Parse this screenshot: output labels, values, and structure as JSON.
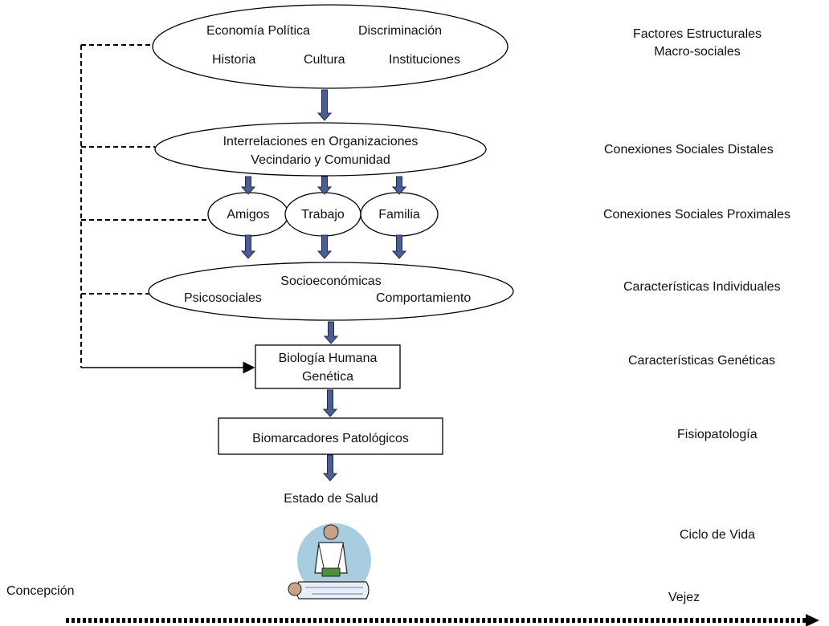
{
  "top_ellipse": {
    "economia_politica": "Economía Política",
    "discriminacion": "Discriminación",
    "historia": "Historia",
    "cultura": "Cultura",
    "instituciones": "Instituciones"
  },
  "interrelaciones": {
    "line1": "Interrelaciones en Organizaciones",
    "line2": "Vecindario y Comunidad"
  },
  "proximal": {
    "amigos": "Amigos",
    "trabajo": "Trabajo",
    "familia": "Familia"
  },
  "individual": {
    "socioeconomicas": "Socioeconómicas",
    "psicosociales": "Psicosociales",
    "comportamiento": "Comportamiento"
  },
  "biologia": {
    "line1": "Biología Humana",
    "line2": "Genética"
  },
  "biomarcadores": "Biomarcadores  Patológicos",
  "estado_salud": "Estado de Salud",
  "right_labels": {
    "factores_line1": "Factores Estructurales",
    "factores_line2": "Macro-sociales",
    "distales": "Conexiones Sociales  Distales",
    "proximales": "Conexiones Sociales Proximales",
    "individuales": "Características Individuales",
    "geneticas": "Características Genéticas",
    "fisiopatologia": "Fisiopatología",
    "ciclo_vida": "Ciclo de Vida"
  },
  "timeline": {
    "start": "Concepción",
    "end": "Vejez"
  },
  "colors": {
    "arrow_fill": "#4a5e93",
    "arrow_stroke": "#1f2a4d",
    "illustration_circle": "#a9cde0"
  },
  "icons": {
    "illustration": "cpr-illustration-icon"
  }
}
